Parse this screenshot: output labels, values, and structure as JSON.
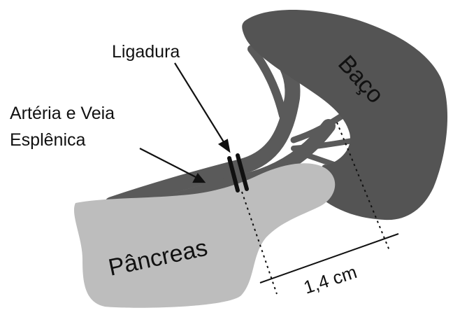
{
  "labels": {
    "ligadura": "Ligadura",
    "vessels_line1": "Artéria e Veia",
    "vessels_line2": "Esplênica",
    "spleen": "Baço",
    "pancreas": "Pâncreas",
    "measurement": "1,4 cm"
  },
  "colors": {
    "spleen": "#545454",
    "vessel": "#5a5a5a",
    "pancreas": "#bdbdbd",
    "ligature": "#111111",
    "background": "#ffffff"
  }
}
